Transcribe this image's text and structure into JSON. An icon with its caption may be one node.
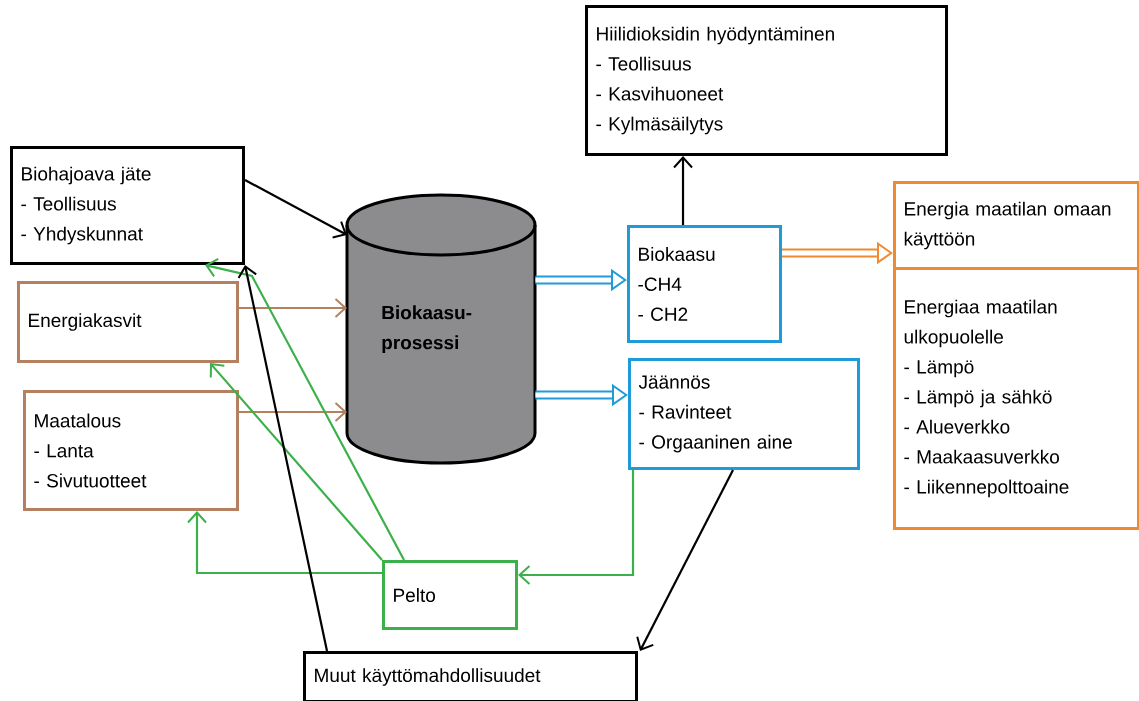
{
  "diagram": {
    "nodes": [
      {
        "text": [
          "Hiilidioksidin hyödyntäminen",
          "- Teollisuus",
          "- Kasvihuoneet",
          "- Kylmäsäilytys"
        ]
      },
      {
        "text": [
          "Biohajoava jäte",
          "- Teollisuus",
          "- Yhdyskunnat"
        ]
      },
      {
        "text": [
          "Energiakasvit"
        ]
      },
      {
        "text": [
          "Maatalous",
          "- Lanta",
          "- Sivutuotteet"
        ]
      },
      {
        "text": [
          "Biokaasu-prosessi"
        ]
      },
      {
        "text": [
          "Biokaasu",
          "-CH4",
          "- CH2"
        ]
      },
      {
        "text": [
          "Jäännös",
          "- Ravinteet",
          "- Orgaaninen aine"
        ]
      },
      {
        "text": [
          "Energia maatilan omaan käyttöön"
        ]
      },
      {
        "text": [
          "Energiaa maatilan ulkopuolelle",
          "- Lämpö",
          "- Lämpö ja sähkö",
          "- Alueverkko",
          "- Maakaasuverkko",
          "- Liikennepolttoaine"
        ]
      },
      {
        "text": [
          "Pelto"
        ]
      },
      {
        "text": [
          "Muut käyttömahdollisuudet"
        ]
      }
    ],
    "edges": [
      {
        "from": 1,
        "to": 4,
        "arrow": "to"
      },
      {
        "from": 2,
        "to": 4,
        "arrow": "to",
        "color": "#b5805f"
      },
      {
        "from": 3,
        "to": 4,
        "arrow": "to",
        "color": "#b5805f"
      },
      {
        "from": 4,
        "to": 5,
        "arrow": "to",
        "style": "thick",
        "color": "#1f9bd7"
      },
      {
        "from": 4,
        "to": 6,
        "arrow": "to",
        "style": "thick",
        "color": "#1f9bd7"
      },
      {
        "from": 5,
        "to": 0,
        "arrow": "to"
      },
      {
        "from": 5,
        "to": 7,
        "arrow": "to",
        "style": "thick",
        "color": "#f08a32"
      },
      {
        "from": 6,
        "to": 9,
        "arrow": "to",
        "color": "#3cb04a"
      },
      {
        "from": 6,
        "to": 10,
        "arrow": "to"
      },
      {
        "from": 9,
        "to": 1,
        "arrow": "to",
        "color": "#3cb04a"
      },
      {
        "from": 9,
        "to": 2,
        "arrow": "to",
        "color": "#3cb04a"
      },
      {
        "from": 9,
        "to": 3,
        "arrow": "to",
        "color": "#3cb04a"
      },
      {
        "from": 10,
        "to": 1,
        "arrow": "to"
      }
    ]
  }
}
